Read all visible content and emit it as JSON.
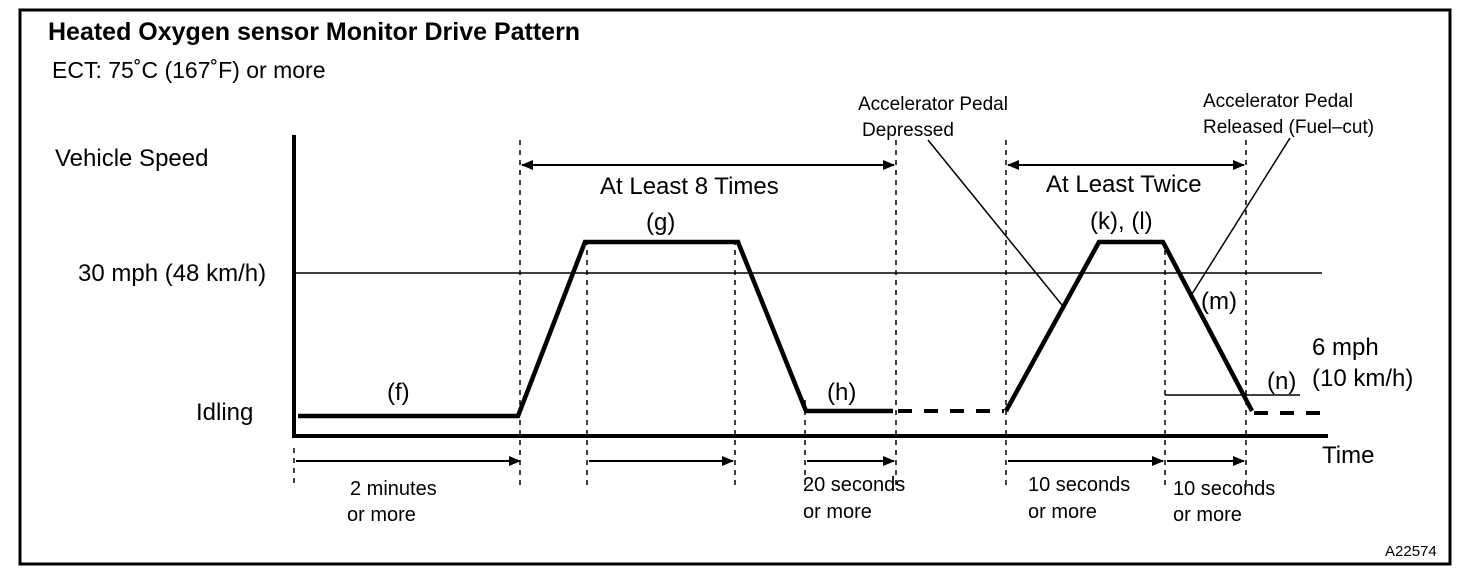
{
  "title": "Heated Oxygen sensor Monitor Drive Pattern",
  "condition": "ECT: 75˚C (167˚F) or more",
  "axes": {
    "y_label": "Vehicle Speed",
    "x_label": "Time",
    "y_ref_speed": "30 mph (48 km/h)",
    "y_ref_idle": "Idling"
  },
  "segments": {
    "f": "(f)",
    "g": "(g)",
    "h": "(h)",
    "kl": "(k), (l)",
    "m": "(m)",
    "n": "(n)"
  },
  "repeats": {
    "first": "At Least 8 Times",
    "second": "At Least Twice"
  },
  "annotations": {
    "pedal_depressed_line1": "Accelerator Pedal",
    "pedal_depressed_line2": "Depressed",
    "pedal_released_line1": "Accelerator Pedal",
    "pedal_released_line2": "Released (Fuel–cut)",
    "speed_6_line1": "6 mph",
    "speed_6_line2": "(10 km/h)"
  },
  "durations": {
    "d1_line1": "2 minutes",
    "d1_line2": "or more",
    "d2_line1": "20 seconds",
    "d2_line2": "or more",
    "d3_line1": "10 seconds",
    "d3_line2": "or more",
    "d4_line1": "10 seconds",
    "d4_line2": "or more"
  },
  "figure_id": "A22574",
  "colors": {
    "line": "#000000",
    "background": "#ffffff"
  }
}
